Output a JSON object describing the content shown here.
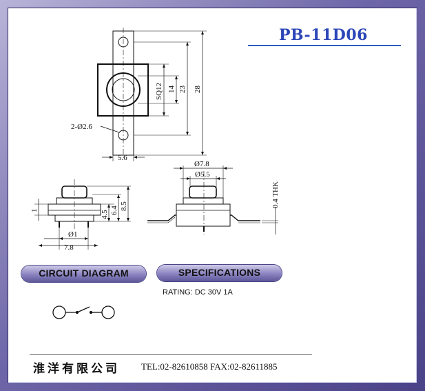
{
  "title": "PB-11D06",
  "top_view": {
    "hole_label": "2-Ø2.6",
    "width_label": "5.6",
    "sq_label": "SQ12",
    "dim_14": "14",
    "dim_23": "23",
    "dim_28": "28"
  },
  "side_view": {
    "dim_1": "1",
    "dim_4_5": "4.5",
    "dim_6_4": "6.4",
    "dim_8_5": "8.5",
    "dim_pin": "Ø1",
    "dim_7_8": "7.8"
  },
  "side_view_2": {
    "dim_d78": "Ø7.8",
    "dim_d55": "Ø5.5",
    "thk_label": "0.4 THK"
  },
  "sections": {
    "circuit": "CIRCUIT DIAGRAM",
    "specs": "SPECIFICATIONS"
  },
  "rating": "RATING: DC 30V 1A",
  "footer": {
    "company": "淮洋有限公司",
    "contact": "TEL:02-82610858 FAX:02-82611885"
  },
  "colors": {
    "title": "#2c46b8",
    "frame": "#6d66a8"
  }
}
